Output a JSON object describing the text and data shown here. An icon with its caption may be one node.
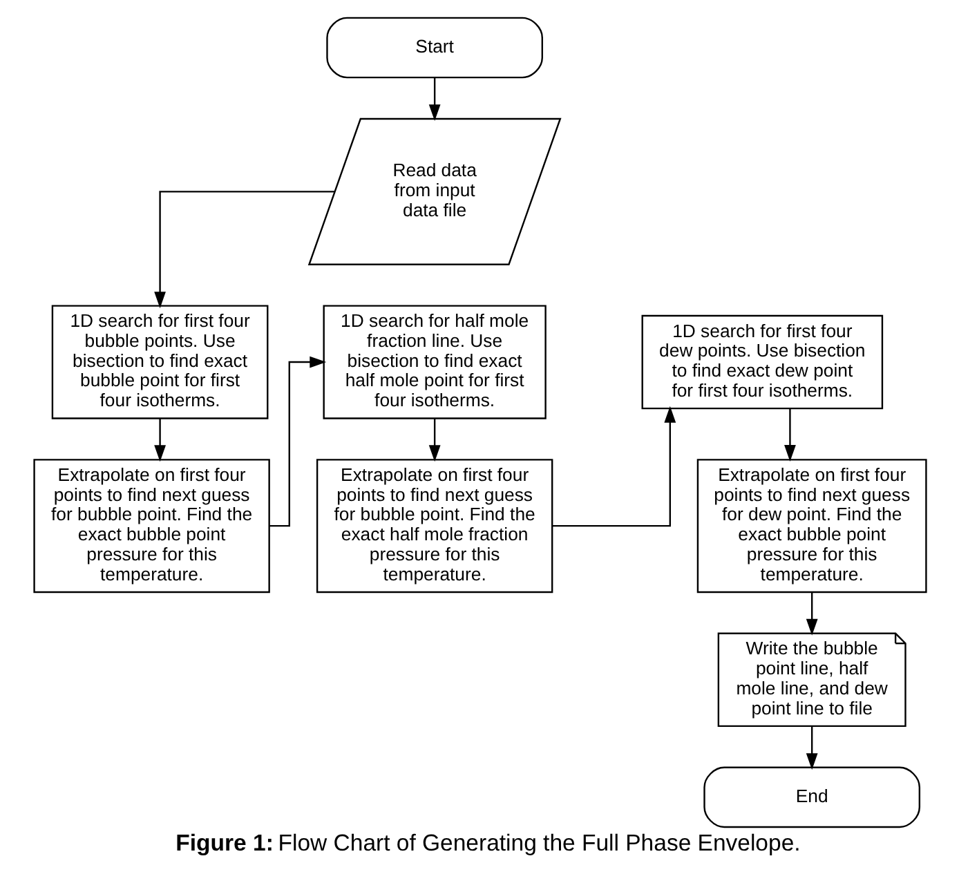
{
  "diagram": {
    "caption": "**Figure 1:** Flow Chart of Generating the Full Phase Envelope.",
    "nodes": [
      {
        "text": [
          "Start"
        ]
      },
      {
        "text": [
          "Read data from input data file"
        ]
      },
      {
        "text": [
          "1D search for first four bubble points. Use bisection to find exact bubble point for first four isotherms."
        ]
      },
      {
        "text": [
          "Extrapolate on first four points to find next guess for bubble point. Find the exact bubble point pressure for this temperature."
        ]
      },
      {
        "text": [
          "1D search for half mole fraction line. Use bisection to find exact half mole point for first four isotherms."
        ]
      },
      {
        "text": [
          "Extrapolate on first four points to find next guess for bubble point. Find the exact half mole fraction pressure for this temperature."
        ]
      },
      {
        "text": [
          "1D search for first four dew points. Use bisection to find exact dew point for first four isotherms."
        ]
      },
      {
        "text": [
          "Extrapolate on first four points to find next guess for dew point. Find the exact bubble point pressure for this temperature."
        ]
      },
      {
        "text": [
          "Write the bubble point line, half mole line, and dew point line to file"
        ]
      },
      {
        "text": [
          "End"
        ]
      }
    ],
    "edges": [
      {
        "from": 0,
        "to": 1,
        "arrow": "to"
      },
      {
        "from": 1,
        "to": 2,
        "arrow": "to"
      },
      {
        "from": 2,
        "to": 3,
        "arrow": "to"
      },
      {
        "from": 3,
        "to": 4,
        "arrow": "to"
      },
      {
        "from": 4,
        "to": 5,
        "arrow": "to"
      },
      {
        "from": 5,
        "to": 6,
        "arrow": "to"
      },
      {
        "from": 6,
        "to": 7,
        "arrow": "to"
      },
      {
        "from": 7,
        "to": 8,
        "arrow": "to"
      },
      {
        "from": 8,
        "to": 9,
        "arrow": "to"
      }
    ]
  }
}
